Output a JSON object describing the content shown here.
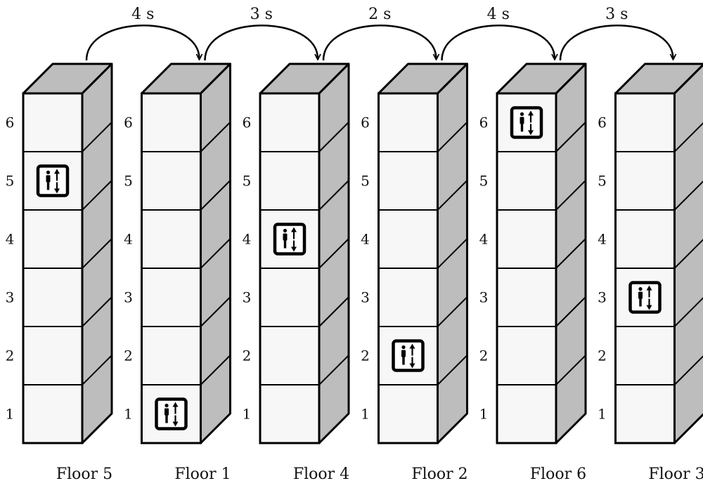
{
  "floor_numbers": [
    "1",
    "2",
    "3",
    "4",
    "5",
    "6"
  ],
  "buildings": [
    {
      "caption": "Floor 5",
      "elevator_floor": 5
    },
    {
      "caption": "Floor 1",
      "elevator_floor": 1
    },
    {
      "caption": "Floor 4",
      "elevator_floor": 4
    },
    {
      "caption": "Floor 2",
      "elevator_floor": 2
    },
    {
      "caption": "Floor 6",
      "elevator_floor": 6
    },
    {
      "caption": "Floor 3",
      "elevator_floor": 3
    }
  ],
  "transitions": [
    "4 s",
    "3 s",
    "2 s",
    "4 s",
    "3 s"
  ],
  "icon": "elevator-icon",
  "colors": {
    "face": "#f7f7f7",
    "side": "#bdbdbd",
    "top": "#bdbdbd",
    "stroke": "#000000"
  }
}
